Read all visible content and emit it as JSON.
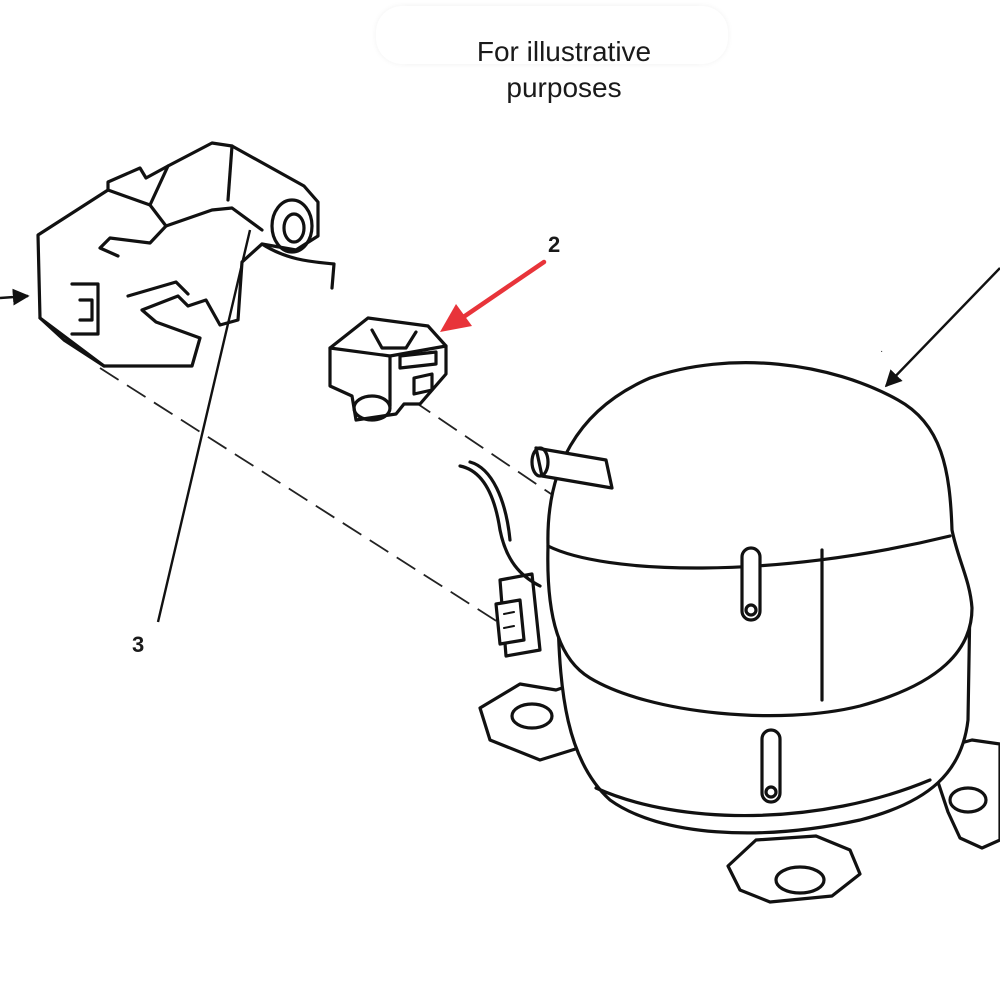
{
  "caption": {
    "line1": "For illustrative",
    "line2": "purposes"
  },
  "callouts": {
    "part_2": "2",
    "part_3": "3"
  },
  "colors": {
    "highlight_arrow": "#e8343a",
    "line_art": "#111111"
  }
}
